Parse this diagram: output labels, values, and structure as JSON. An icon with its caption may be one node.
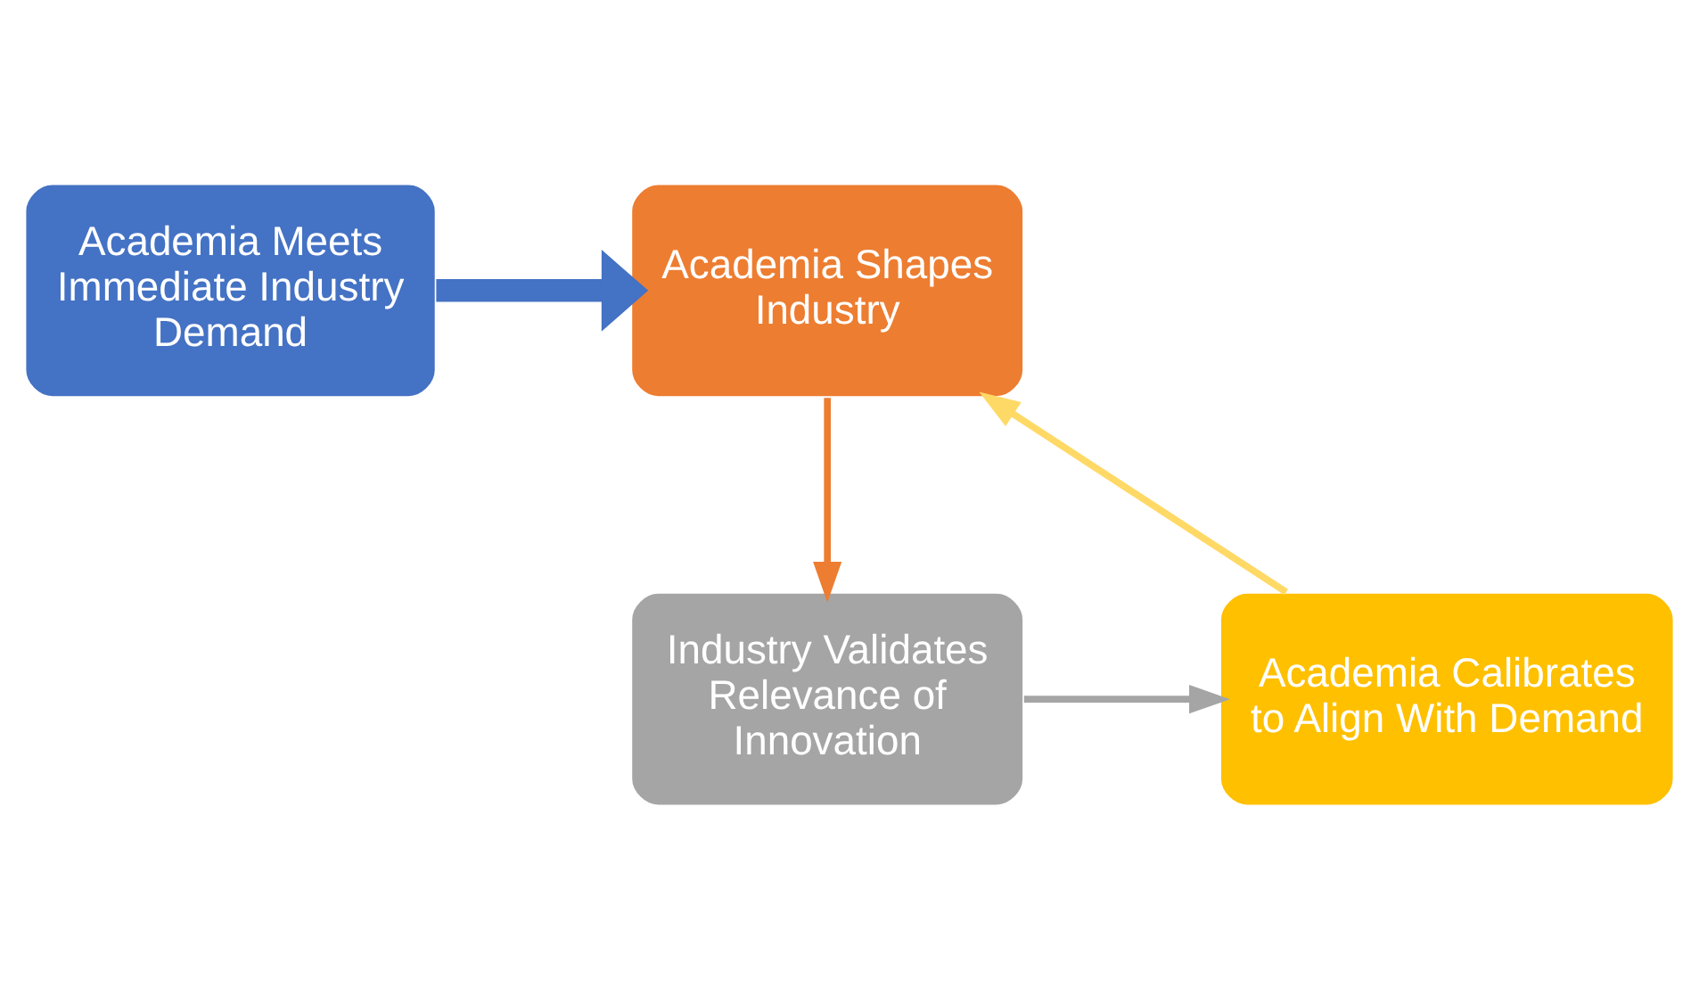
{
  "diagram": {
    "nodes": [
      {
        "text": [
          "Academia Meets Immediate Industry Demand"
        ]
      },
      {
        "text": [
          "Academia Shapes Industry"
        ]
      },
      {
        "text": [
          "Industry Validates Relevance of Innovation"
        ]
      },
      {
        "text": [
          "Academia Calibrates to Align With Demand"
        ]
      }
    ],
    "edges": [
      {
        "from": 0,
        "to": 1,
        "arrow": "to",
        "style": "thick",
        "color": "#4472c4"
      },
      {
        "from": 1,
        "to": 2,
        "arrow": "to",
        "color": "#ed7d31"
      },
      {
        "from": 2,
        "to": 3,
        "arrow": "to",
        "color": "#a5a5a5"
      },
      {
        "from": 3,
        "to": 1,
        "arrow": "to",
        "color": "#ffd966"
      }
    ]
  }
}
